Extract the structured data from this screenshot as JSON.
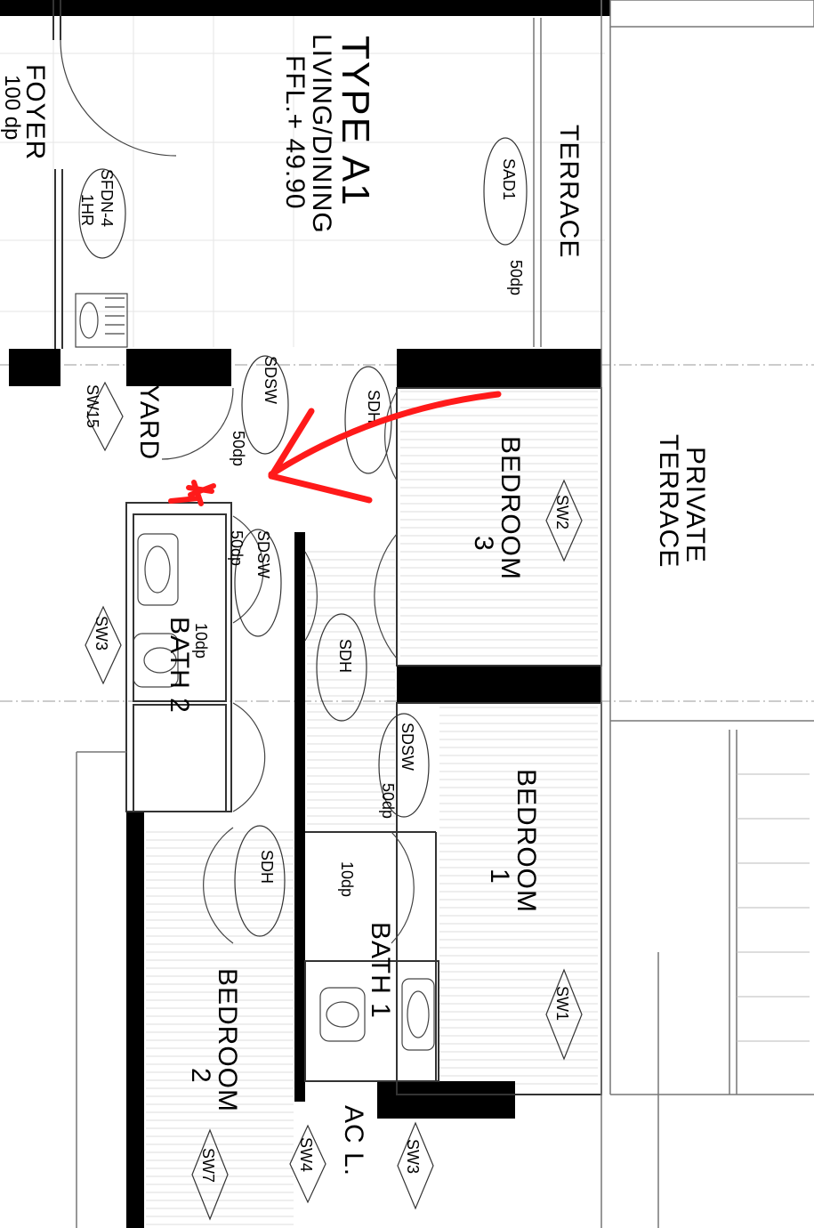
{
  "plan": {
    "title": "TYPE A1",
    "living_label": "LIVING/DINING",
    "ffl_label": "FFL.+ 49.90",
    "rooms": {
      "foyer": "FOYER",
      "foyer_dp": "100 dp",
      "terrace": "TERRACE",
      "private_terrace_1": "PRIVATE",
      "private_terrace_2": "TERRACE",
      "bedroom3": "BEDROOM",
      "bedroom3_num": "3",
      "bedroom1": "BEDROOM",
      "bedroom1_num": "1",
      "bedroom2": "BEDROOM",
      "bedroom2_num": "2",
      "bath2": "BATH 2",
      "bath1": "BATH 1",
      "yard": "YARD",
      "acl": "AC L."
    },
    "tags": {
      "sfdn_1": "SFDN-4",
      "sfdn_2": "1HR",
      "sad1": "SAD1",
      "sad1_dp": "50dp",
      "sdsw_yard": "SDSW",
      "sdsw_yard_dp": "50dp",
      "sdh_bed3": "SDH",
      "sdsw_bath2": "SDSW",
      "sdsw_bath2_dp": "50dp",
      "bath2_dp": "10dp",
      "sdh_hall": "SDH",
      "sdsw_bath1": "SDSW",
      "sdsw_bath1_dp": "50dp",
      "bath1_dp": "10dp",
      "sdh_bed2": "SDH",
      "sw15": "SW15",
      "sw2": "SW2",
      "sw3_left": "SW3",
      "sw1": "SW1",
      "sw7": "SW7",
      "sw4": "SW4",
      "sw3_right": "SW3"
    }
  },
  "colors": {
    "wall": "#000000",
    "line": "#555555",
    "hatch": "#d6d6d6",
    "annotation": "#ff1a1a"
  }
}
